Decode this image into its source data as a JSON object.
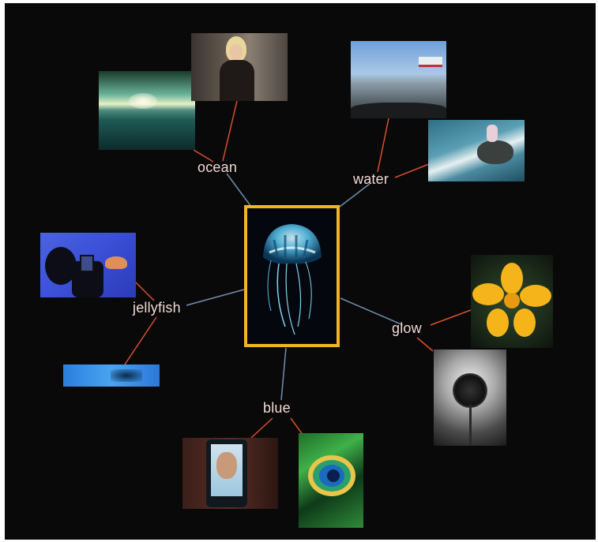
{
  "center": {
    "icon": "jellyfish-photo"
  },
  "tags": [
    {
      "label": "ocean",
      "images": [
        "ocean-sunset-photo",
        "blonde-avatar-photo"
      ]
    },
    {
      "label": "water",
      "images": [
        "flooded-street-photo",
        "rocky-shore-photo"
      ]
    },
    {
      "label": "jellyfish",
      "images": [
        "person-photographing-jellyfish-photo",
        "jellyfish-tank-photo"
      ]
    },
    {
      "label": "glow",
      "images": [
        "yellow-flower-photo",
        "dandelion-photo"
      ]
    },
    {
      "label": "blue",
      "images": [
        "face-on-phone-photo",
        "peacock-feather-photo"
      ]
    }
  ],
  "colors": {
    "background": "#0a0909",
    "center_frame": "#f2b51e",
    "tag_line": "#6f8fb0",
    "image_line": "#d9502b",
    "label_text": "#f3dcd6"
  }
}
